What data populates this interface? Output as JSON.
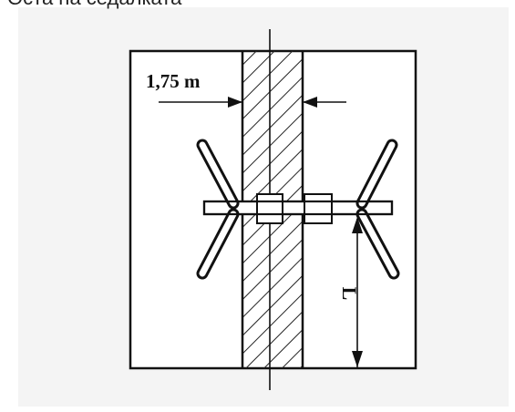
{
  "header": {
    "caption_fragment": "Оста на седалката"
  },
  "diagram": {
    "width_label": "1,75 m",
    "length_label": "L"
  }
}
